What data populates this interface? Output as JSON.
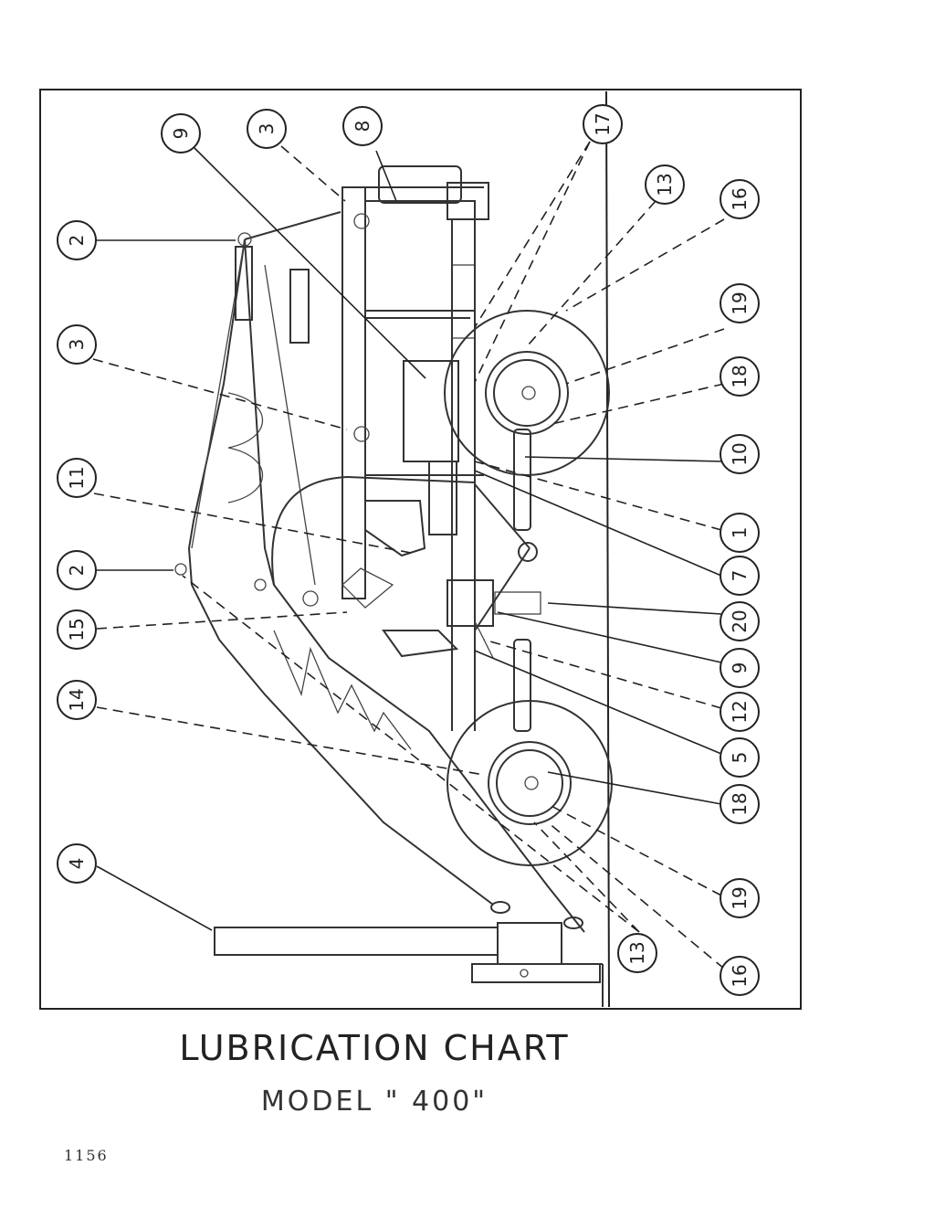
{
  "caption": {
    "title": "LUBRICATION CHART",
    "model": "MODEL \" 400\"",
    "page_number": "1156"
  },
  "callouts": [
    {
      "label": "9"
    },
    {
      "label": "3"
    },
    {
      "label": "8"
    },
    {
      "label": "17"
    },
    {
      "label": "13"
    },
    {
      "label": "16"
    },
    {
      "label": "2"
    },
    {
      "label": "19"
    },
    {
      "label": "3"
    },
    {
      "label": "18"
    },
    {
      "label": "10"
    },
    {
      "label": "11"
    },
    {
      "label": "1"
    },
    {
      "label": "2"
    },
    {
      "label": "7"
    },
    {
      "label": "20"
    },
    {
      "label": "15"
    },
    {
      "label": "9"
    },
    {
      "label": "14"
    },
    {
      "label": "12"
    },
    {
      "label": "5"
    },
    {
      "label": "18"
    },
    {
      "label": "4"
    },
    {
      "label": "19"
    },
    {
      "label": "13"
    },
    {
      "label": "16"
    }
  ]
}
